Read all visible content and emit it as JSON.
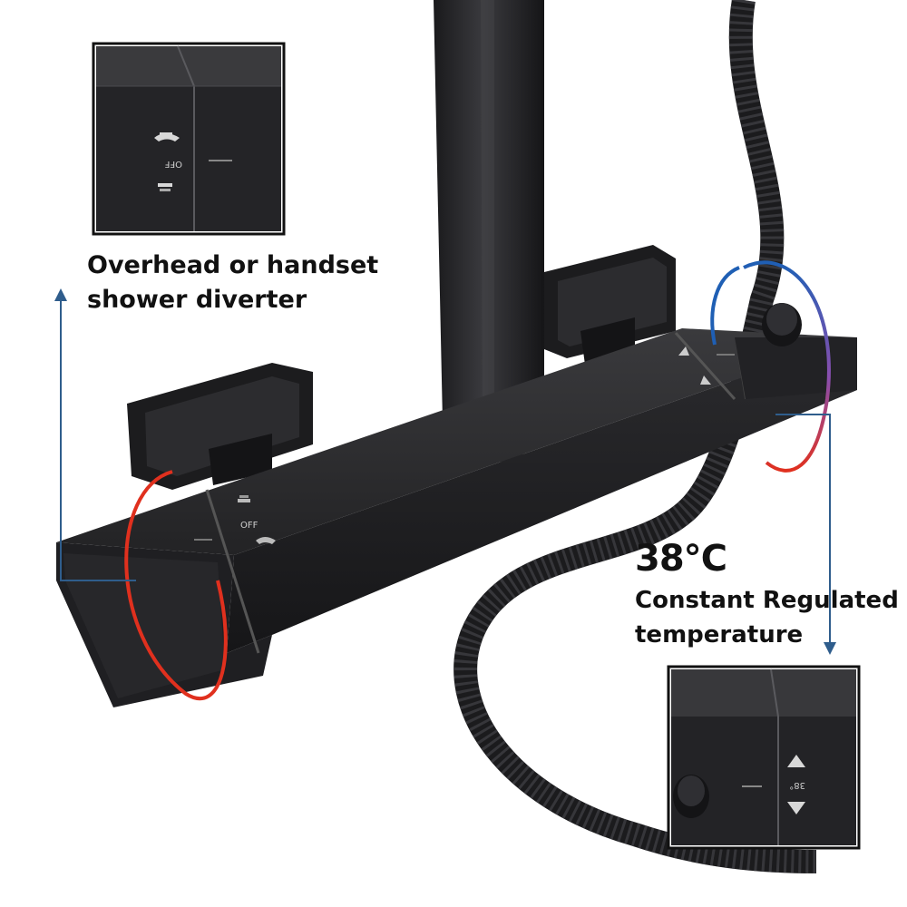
{
  "callouts": {
    "diverter": {
      "line1": "Overhead or handset",
      "line2": "shower diverter"
    },
    "temperature": {
      "value": "38℃",
      "line1": "Constant Regulated",
      "line2": "temperature"
    }
  },
  "valve_markings": {
    "off_label": "OFF",
    "temp_readout": "38°"
  },
  "colors": {
    "hot_ring": "#e0301e",
    "cold_ring": "#1f5fb4",
    "pointer_line": "#2f5d8c",
    "metal": "#2a2a2c"
  }
}
